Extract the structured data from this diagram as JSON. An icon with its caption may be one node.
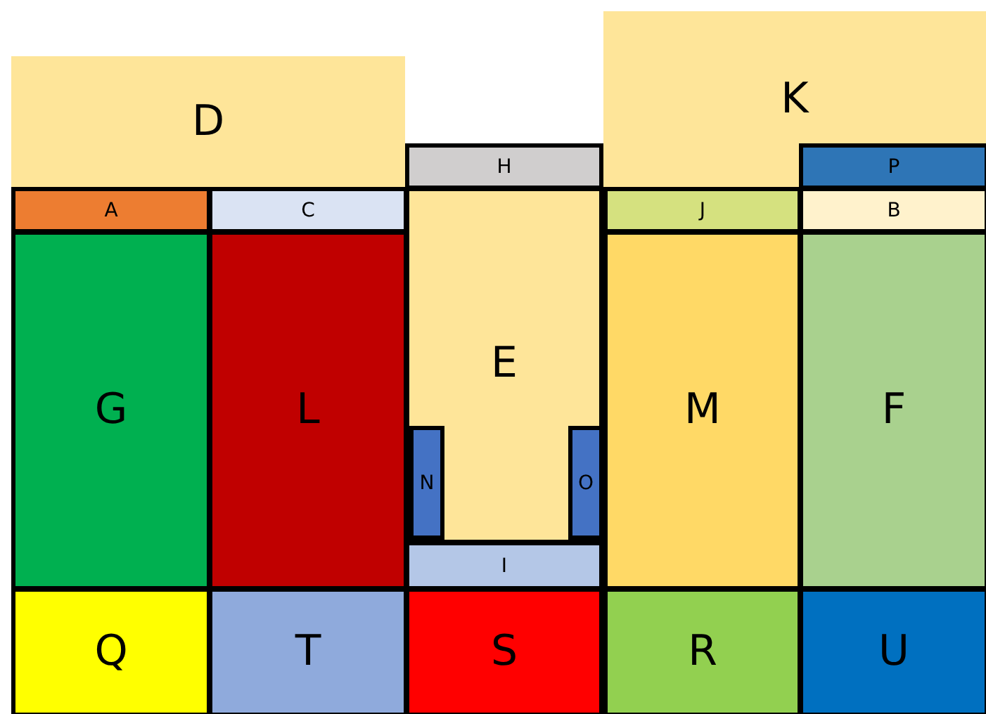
{
  "diagram": {
    "nodes": [
      {
        "text": [
          "D"
        ]
      },
      {
        "text": [
          "K"
        ]
      },
      {
        "text": [
          "H"
        ]
      },
      {
        "text": [
          "P"
        ],
        "in": 1
      },
      {
        "text": [
          "A"
        ]
      },
      {
        "text": [
          "C"
        ]
      },
      {
        "text": [
          "J"
        ]
      },
      {
        "text": [
          "B"
        ]
      },
      {
        "text": [
          "E"
        ]
      },
      {
        "text": [
          "G"
        ]
      },
      {
        "text": [
          "L"
        ]
      },
      {
        "text": [
          "M"
        ]
      },
      {
        "text": [
          "F"
        ]
      },
      {
        "text": [
          "N"
        ],
        "in": 8
      },
      {
        "text": [
          "O"
        ],
        "in": 8
      },
      {
        "text": [
          "I"
        ]
      },
      {
        "text": [
          "Q"
        ]
      },
      {
        "text": [
          "T"
        ]
      },
      {
        "text": [
          "S"
        ]
      },
      {
        "text": [
          "R"
        ]
      },
      {
        "text": [
          "U"
        ]
      }
    ]
  }
}
